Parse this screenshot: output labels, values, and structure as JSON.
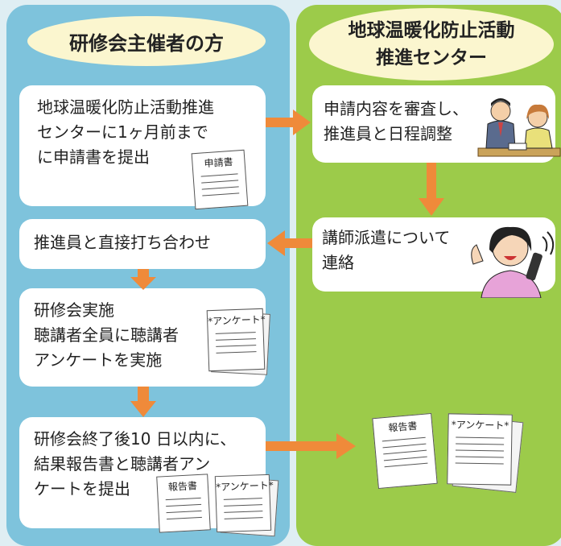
{
  "headers": {
    "organizer": "研修会主催者の方",
    "center_line1": "地球温暖化防止活動",
    "center_line2": "推進センター"
  },
  "steps": {
    "apply": [
      "地球温暖化防止活動推進",
      "センターに1ヶ月前まで",
      "に申請書を提出"
    ],
    "review": [
      "申請内容を審査し、",
      "推進員と日程調整"
    ],
    "contact": [
      "講師派遣について",
      "連絡"
    ],
    "meet": [
      "推進員と直接打ち合わせ"
    ],
    "conduct": [
      "研修会実施",
      "聴講者全員に聴講者",
      "アンケートを実施"
    ],
    "report": [
      "研修会終了後10 日以内に、",
      "結果報告書と聴講者アン",
      "ケートを提出"
    ]
  },
  "documents": {
    "application": "申請書",
    "survey": "*アンケート*",
    "report": "報告書"
  },
  "colors": {
    "left_panel": "#7ec3dc",
    "right_panel": "#9ccb4a",
    "header_oval": "#fbf6cf",
    "arrow": "#ef8a3a"
  },
  "icons": [
    "meeting-people-icon",
    "woman-on-phone-icon"
  ]
}
